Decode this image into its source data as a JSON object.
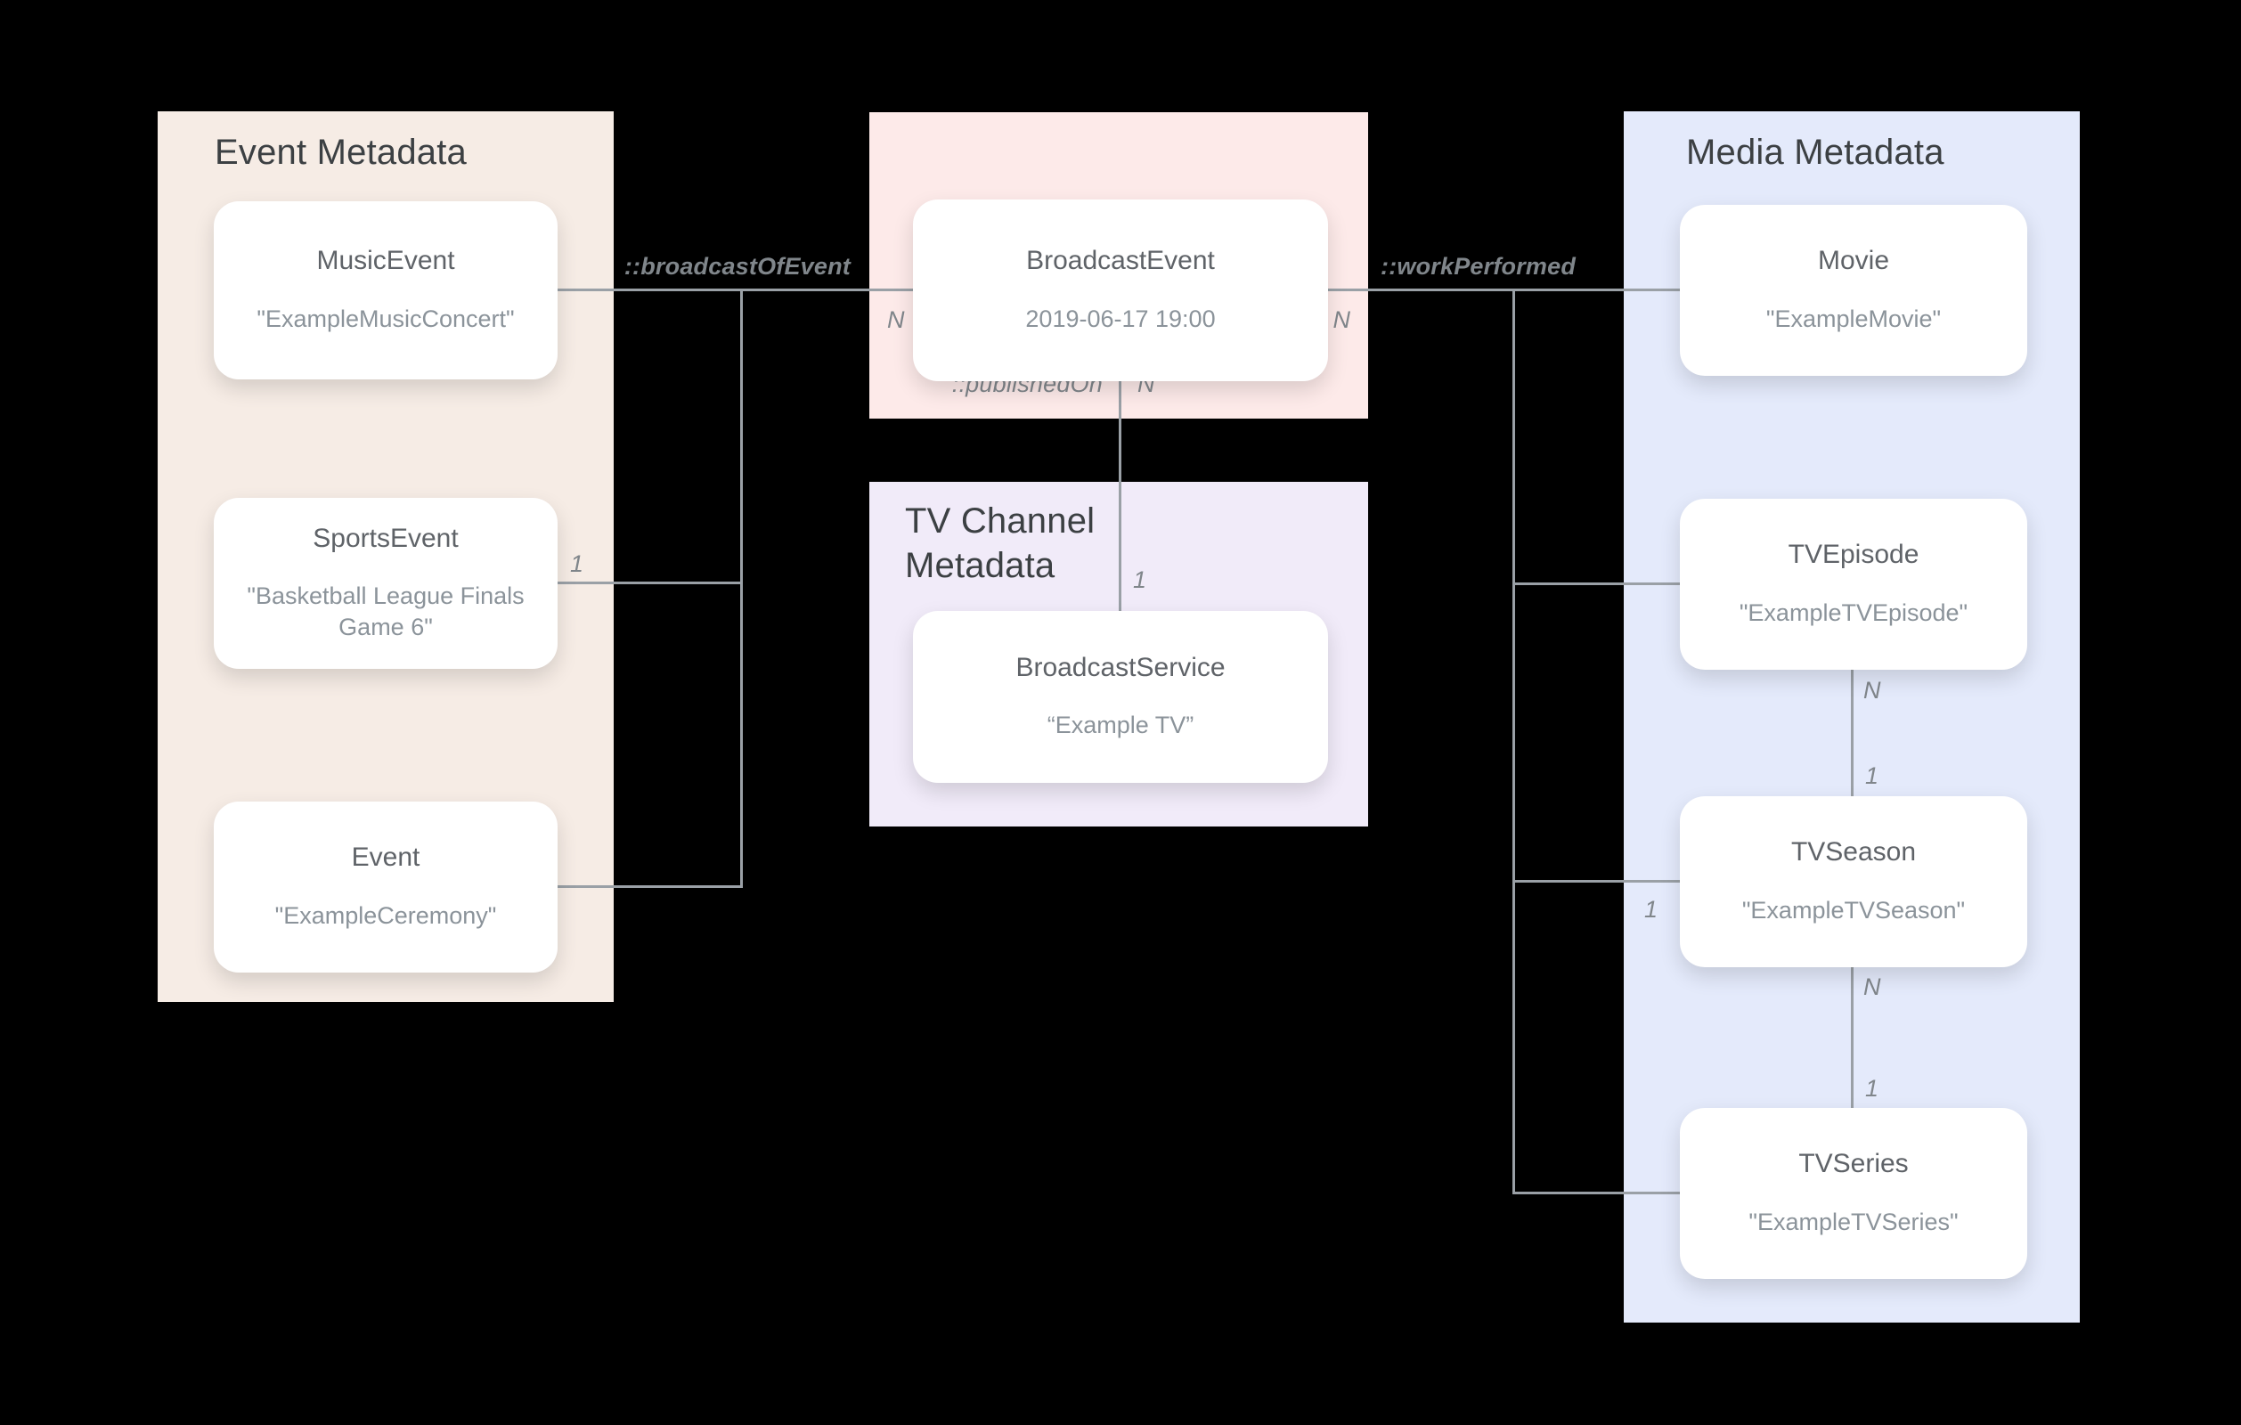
{
  "panels": {
    "event_metadata": {
      "title": "Event Metadata"
    },
    "broadcast_event_region": {
      "title": ""
    },
    "tv_channel_metadata": {
      "title": "TV Channel Metadata"
    },
    "media_metadata": {
      "title": "Media Metadata"
    }
  },
  "cards": {
    "music_event": {
      "title": "MusicEvent",
      "value": "\"ExampleMusicConcert\""
    },
    "sports_event": {
      "title": "SportsEvent",
      "value": "\"Basketball League Finals Game 6\""
    },
    "event": {
      "title": "Event",
      "value": "\"ExampleCeremony\""
    },
    "broadcast_event": {
      "title": "BroadcastEvent",
      "value": "2019-06-17 19:00"
    },
    "broadcast_service": {
      "title": "BroadcastService",
      "value": "“Example TV”"
    },
    "movie": {
      "title": "Movie",
      "value": "\"ExampleMovie\""
    },
    "tv_episode": {
      "title": "TVEpisode",
      "value": "\"ExampleTVEpisode\""
    },
    "tv_season": {
      "title": "TVSeason",
      "value": "\"ExampleTVSeason\""
    },
    "tv_series": {
      "title": "TVSeries",
      "value": "\"ExampleTVSeries\""
    }
  },
  "edges": {
    "broadcast_of_event": {
      "label": "::broadcastOfEvent",
      "n_at_broadcast_event": "N",
      "one_at_sports_event": "1"
    },
    "work_performed": {
      "label": "::workPerformed",
      "n_at_broadcast_event": "N",
      "one_at_tv_season": "1"
    },
    "published_on": {
      "label": "::publishedOn",
      "n_at_broadcast_event": "N",
      "one_at_broadcast_service": "1"
    },
    "episode_of_season": {
      "n_at_tv_episode": "N",
      "one_at_tv_season": "1"
    },
    "season_of_series": {
      "n_at_tv_season": "N",
      "one_at_tv_series": "1"
    }
  },
  "colors": {
    "background": "#000000",
    "event_panel": "#f6ece5",
    "broadcast_panel": "#fdeae9",
    "tv_channel_panel": "#f1ebf9",
    "media_panel": "#e4eafb",
    "connector_line": "#9aa0a6",
    "panel_title_text": "#3c4043",
    "card_title_text": "#5f6368",
    "card_value_text": "#8b939a",
    "label_text": "#80868b",
    "card_background": "#ffffff"
  }
}
